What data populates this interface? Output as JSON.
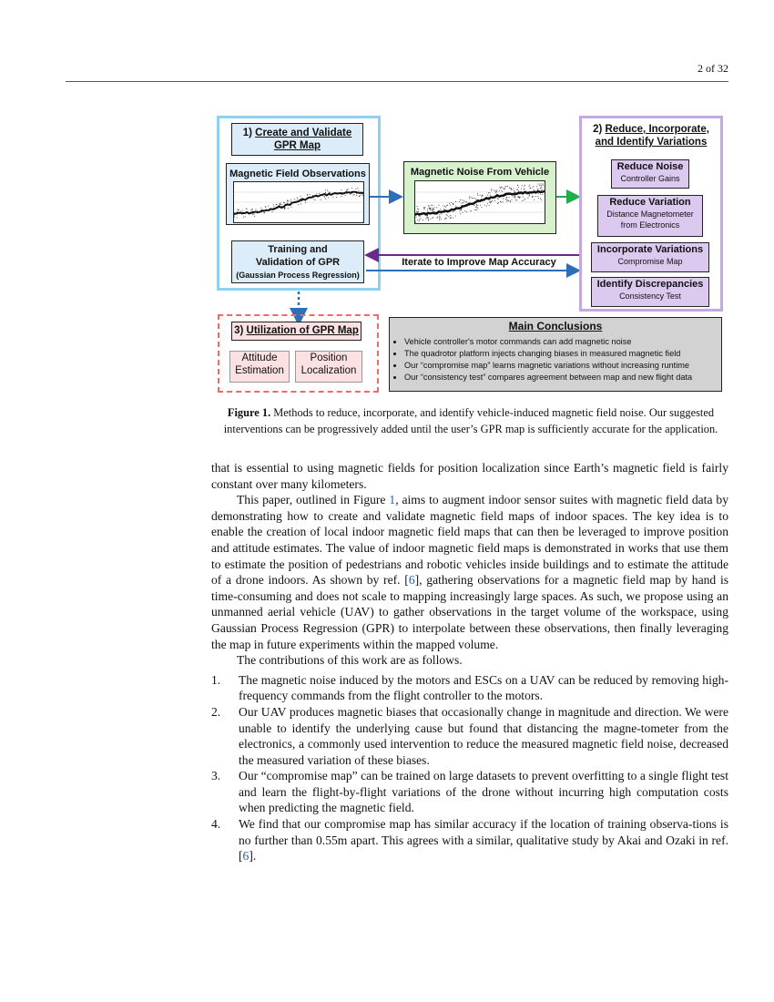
{
  "header": {
    "page_number": "2 of 32"
  },
  "figure": {
    "panel1": {
      "title_prefix": "1) ",
      "title_line1": "Create and Validate",
      "title_line2": "GPR Map",
      "observations_label": "Magnetic Field Observations",
      "training_line1": "Training and",
      "training_line2": "Validation of GPR",
      "training_line3": "(Gaussian Process Regression)"
    },
    "noise_box_label": "Magnetic Noise From Vehicle",
    "iterate_label": "Iterate to Improve Map Accuracy",
    "panel2": {
      "title_prefix": "2) ",
      "title_line1": "Reduce, Incorporate,",
      "title_line2": "and Identify Variations",
      "items": [
        {
          "title": "Reduce Noise",
          "subtitle": "Controller Gains"
        },
        {
          "title": "Reduce Variation",
          "subtitle": "Distance Magnetometer",
          "subtitle2": "from Electronics"
        },
        {
          "title": "Incorporate Variations",
          "subtitle": "Compromise Map"
        },
        {
          "title": "Identify Discrepancies",
          "subtitle": "Consistency Test"
        }
      ]
    },
    "panel3": {
      "title_prefix": "3) ",
      "title": "Utilization of GPR Map",
      "left_line1": "Attitude",
      "left_line2": "Estimation",
      "right_line1": "Position",
      "right_line2": "Localization"
    },
    "conclusions": {
      "title": "Main Conclusions",
      "items": [
        "Vehicle controller's motor commands can add magnetic noise",
        "The quadrotor platform injects changing biases in measured magnetic field",
        "Our “compromise map” learns magnetic variations without increasing runtime",
        "Our “consistency test” compares agreement between map and new flight data"
      ]
    },
    "colors": {
      "blue_panel": "#8ed0f0",
      "purple_panel": "#c5a8e3",
      "red_panel": "#f06a6a",
      "blue_arrow": "#2a6fb8",
      "green_arrow": "#1fae4a",
      "purple_arrow": "#6a2a8a"
    }
  },
  "caption": {
    "label": "Figure 1.",
    "text": " Methods to reduce, incorporate, and identify vehicle-induced magnetic field noise. Our suggested interventions can be progressively added until the user’s GPR map is sufficiently accurate for the application."
  },
  "body": {
    "p1": "that is essential to using magnetic fields for position localization since Earth’s magnetic field is fairly constant over many kilometers.",
    "p2_a": "This paper, outlined in Figure ",
    "p2_fig": "1",
    "p2_b": ", aims to augment indoor sensor suites with magnetic field data by demonstrating how to create and validate magnetic field maps of indoor spaces. The key idea is to enable the creation of local indoor magnetic field maps that can then be leveraged to improve position and attitude estimates. The value of indoor magnetic field maps is demonstrated in works that use them to estimate the position of pedestrians and robotic vehicles inside buildings and to estimate the attitude of a drone indoors. As shown by ref. [",
    "p2_ref": "6",
    "p2_c": "], gathering observations for a magnetic field map by hand is time-consuming and does not scale to mapping increasingly large spaces. As such, we propose using an unmanned aerial vehicle (UAV) to gather observations in the target volume of the workspace, using Gaussian Process Regression (GPR) to interpolate between these observations, then finally leveraging the map in future experiments within the mapped volume.",
    "p3": "The contributions of this work are as follows.",
    "contributions": [
      {
        "num": "1.",
        "text": "The magnetic noise induced by the motors and ESCs on a UAV can be reduced by removing high-frequency commands from the flight controller to the motors."
      },
      {
        "num": "2.",
        "text": "Our UAV produces magnetic biases that occasionally change in magnitude and direction. We were unable to identify the underlying cause but found that distancing the magne-tometer from the electronics, a commonly used intervention to reduce the measured magnetic field noise, decreased the measured variation of these biases."
      },
      {
        "num": "3.",
        "text": "Our “compromise map” can be trained on large datasets to prevent overfitting to a single flight test and learn the flight-by-flight variations of the drone without incurring high computation costs when predicting the magnetic field."
      },
      {
        "num": "4.",
        "text": "We find that our compromise map has similar accuracy if the location of training observa-tions is no further than 0.55m apart. This agrees with a similar, qualitative study by Akai and Ozaki in ref. [",
        "ref": "6",
        "tail": "]."
      }
    ]
  }
}
